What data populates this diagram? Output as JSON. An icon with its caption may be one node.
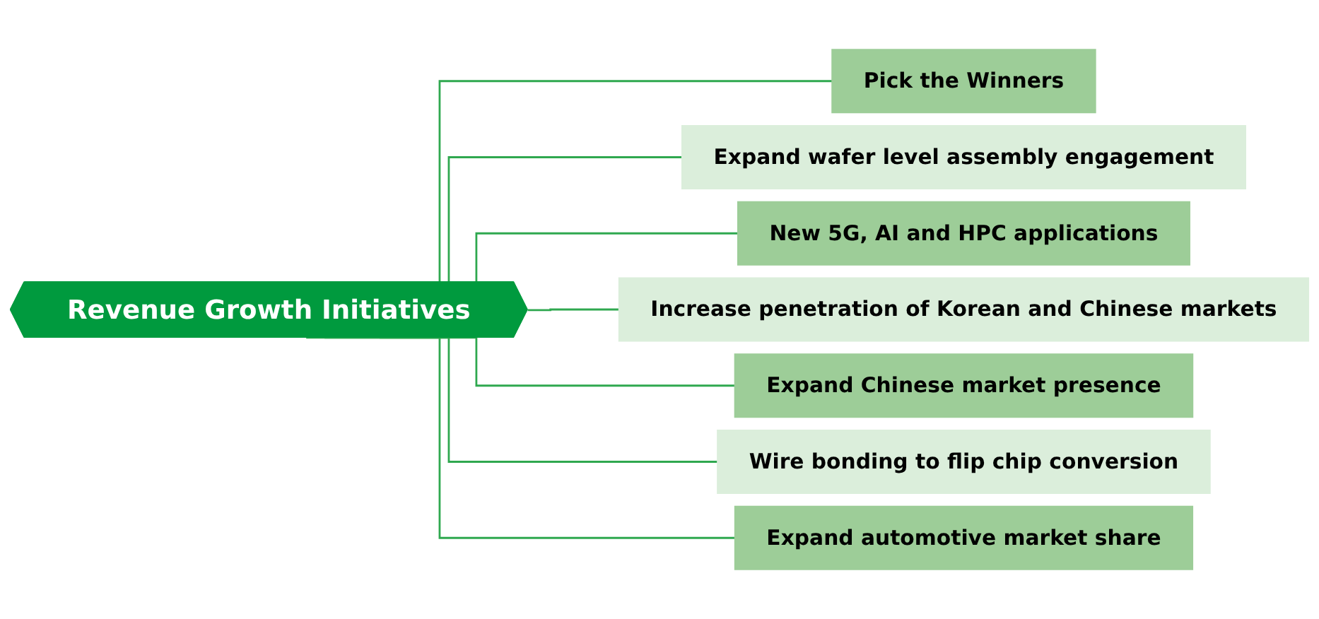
{
  "diagram": {
    "nodes": [
      {
        "text": [
          "Revenue Growth Initiatives"
        ]
      },
      {
        "text": [
          "Pick the Winners"
        ]
      },
      {
        "text": [
          "Expand wafer level assembly engagement"
        ]
      },
      {
        "text": [
          "New 5G, AI and HPC applications"
        ]
      },
      {
        "text": [
          "Increase penetration of Korean and Chinese markets"
        ]
      },
      {
        "text": [
          "Expand Chinese market presence"
        ]
      },
      {
        "text": [
          "Wire bonding to flip chip conversion"
        ]
      },
      {
        "text": [
          "Expand automotive market share"
        ]
      }
    ],
    "edges": [
      {
        "from": 0,
        "to": 1,
        "arrow": "none"
      },
      {
        "from": 0,
        "to": 2,
        "arrow": "none"
      },
      {
        "from": 0,
        "to": 3,
        "arrow": "none"
      },
      {
        "from": 0,
        "to": 4,
        "arrow": "none"
      },
      {
        "from": 0,
        "to": 5,
        "arrow": "none"
      },
      {
        "from": 0,
        "to": 6,
        "arrow": "none"
      },
      {
        "from": 0,
        "to": 7,
        "arrow": "none"
      }
    ]
  }
}
